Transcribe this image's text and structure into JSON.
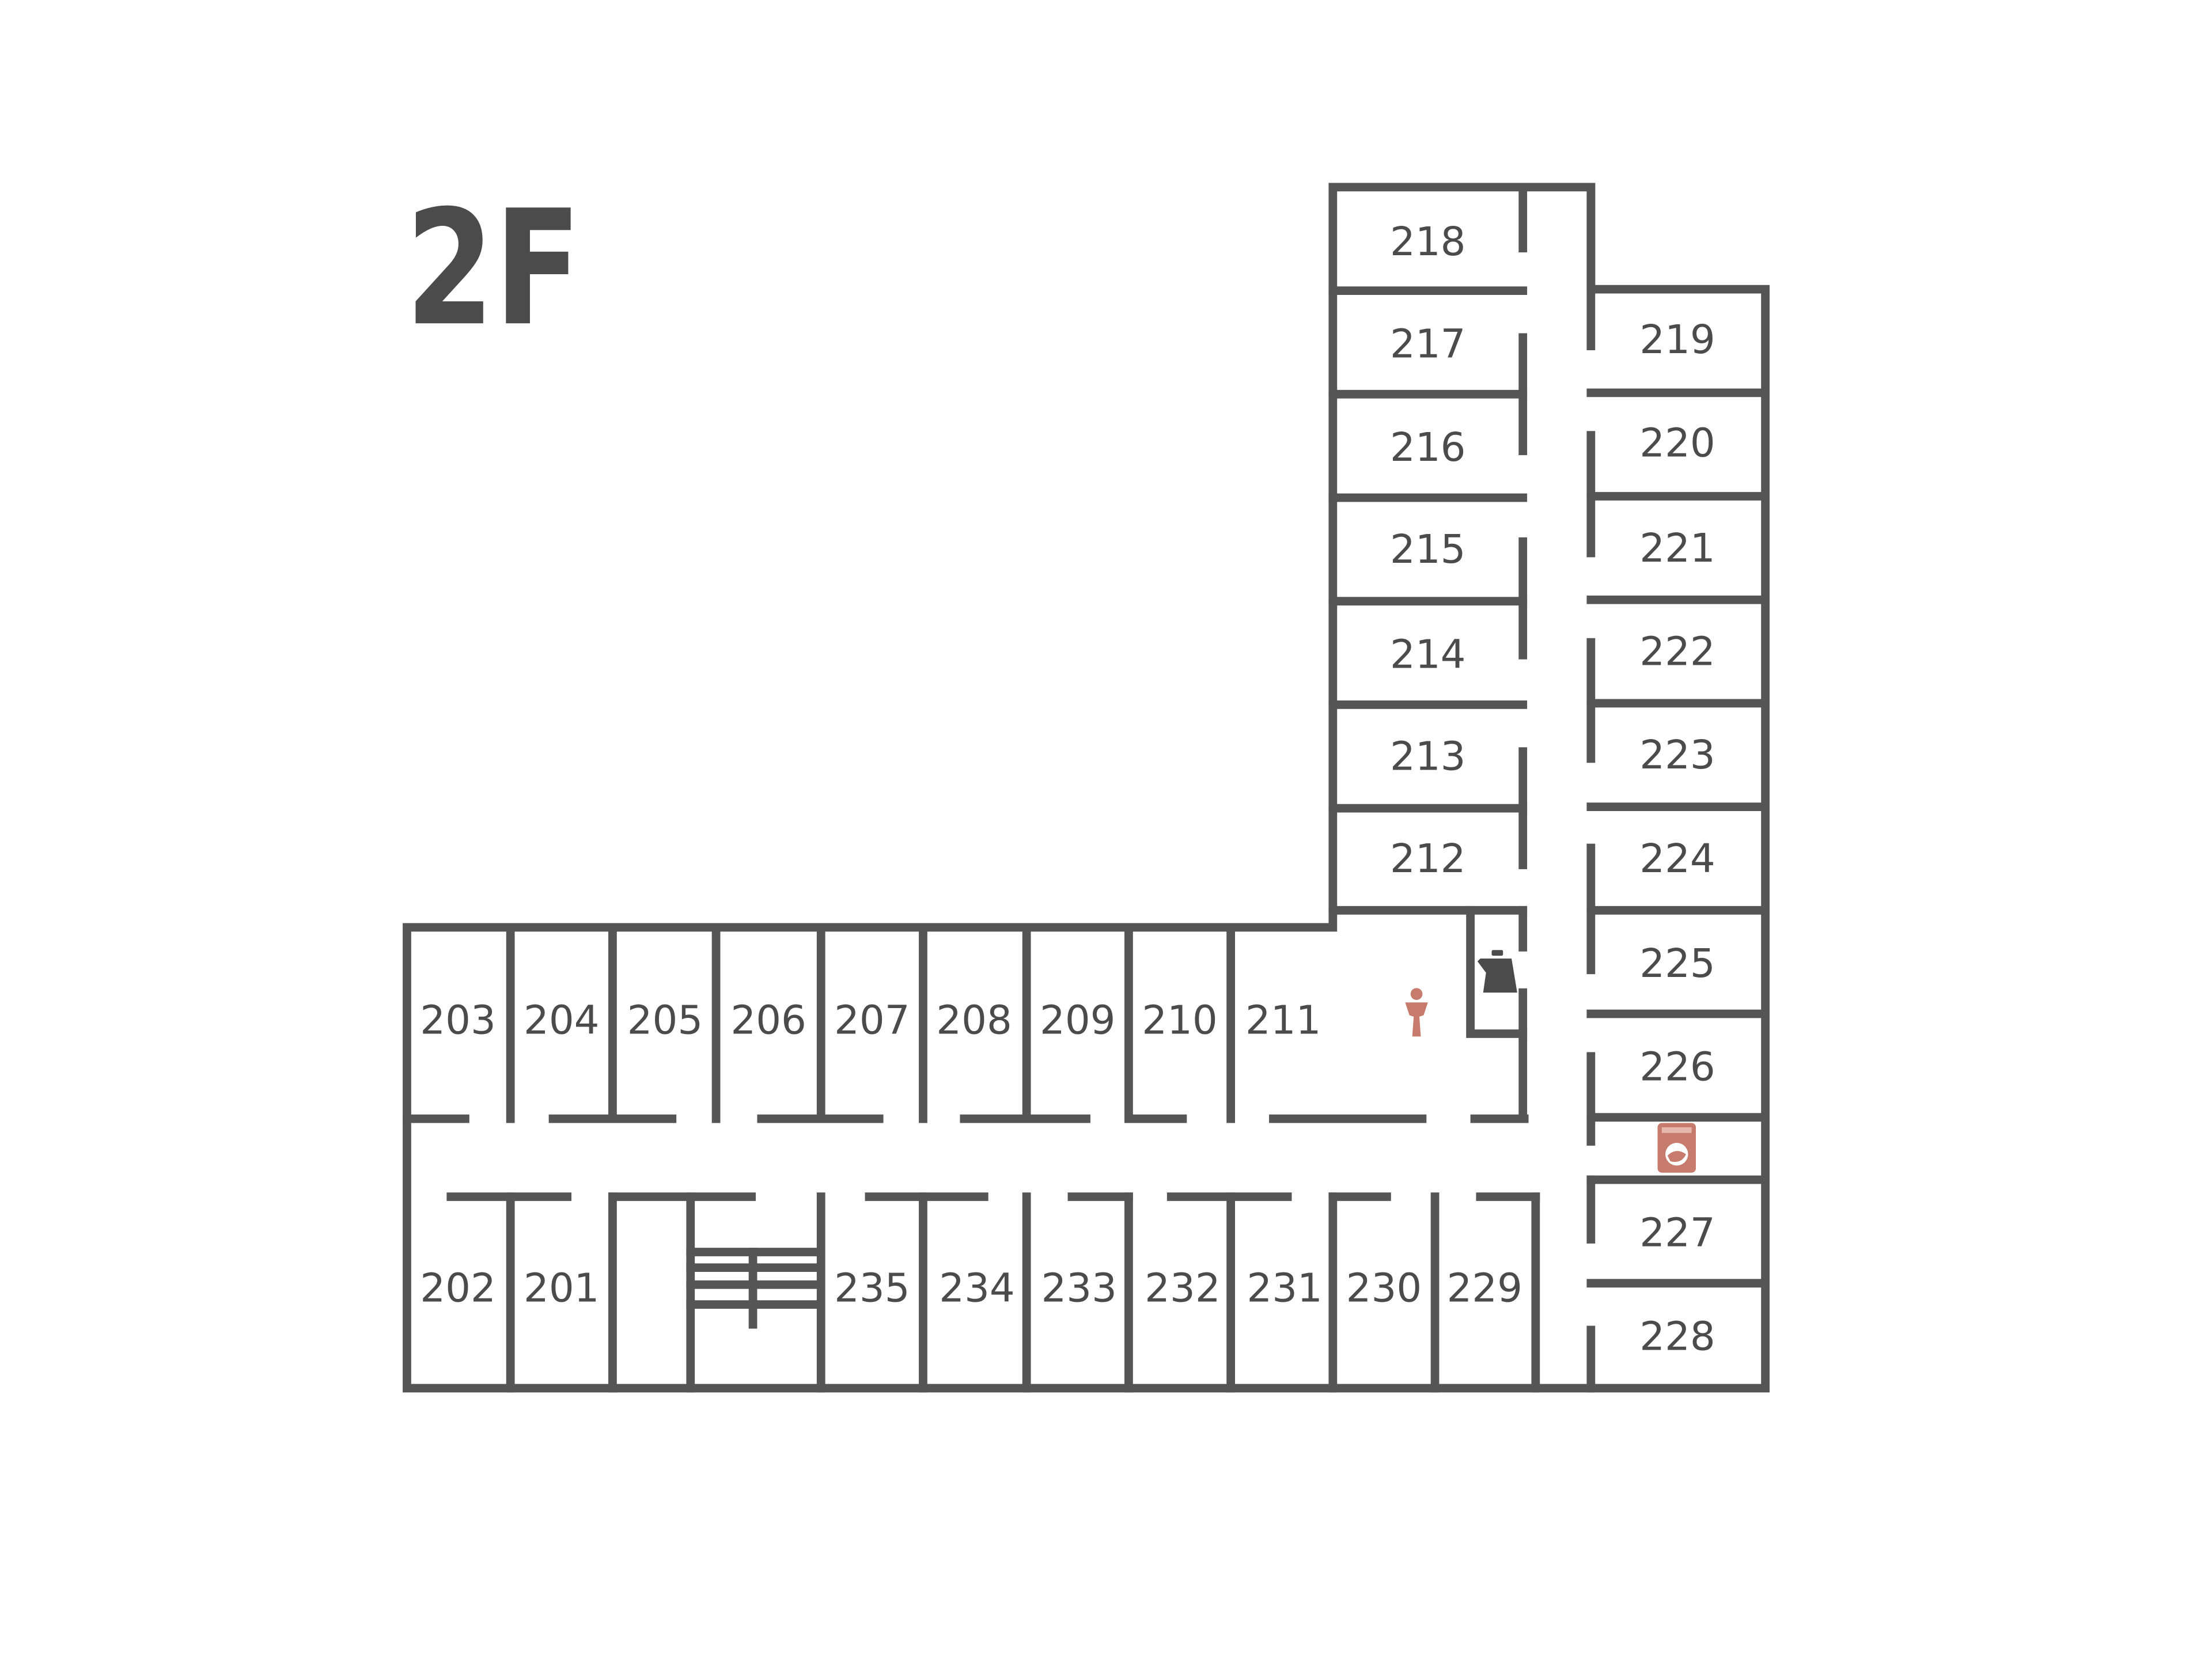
{
  "floor": "2F",
  "colors": {
    "wall": "#555555",
    "text": "#4b4b4b",
    "accent": "#c67b6c"
  },
  "icons": {
    "restroom": "restroom-icon",
    "kettle": "kettle-icon",
    "laundry": "washing-machine-icon"
  },
  "rooms": {
    "r201": "201",
    "r202": "202",
    "r203": "203",
    "r204": "204",
    "r205": "205",
    "r206": "206",
    "r207": "207",
    "r208": "208",
    "r209": "209",
    "r210": "210",
    "r211": "211",
    "r212": "212",
    "r213": "213",
    "r214": "214",
    "r215": "215",
    "r216": "216",
    "r217": "217",
    "r218": "218",
    "r219": "219",
    "r220": "220",
    "r221": "221",
    "r222": "222",
    "r223": "223",
    "r224": "224",
    "r225": "225",
    "r226": "226",
    "r227": "227",
    "r228": "228",
    "r229": "229",
    "r230": "230",
    "r231": "231",
    "r232": "232",
    "r233": "233",
    "r234": "234",
    "r235": "235"
  }
}
